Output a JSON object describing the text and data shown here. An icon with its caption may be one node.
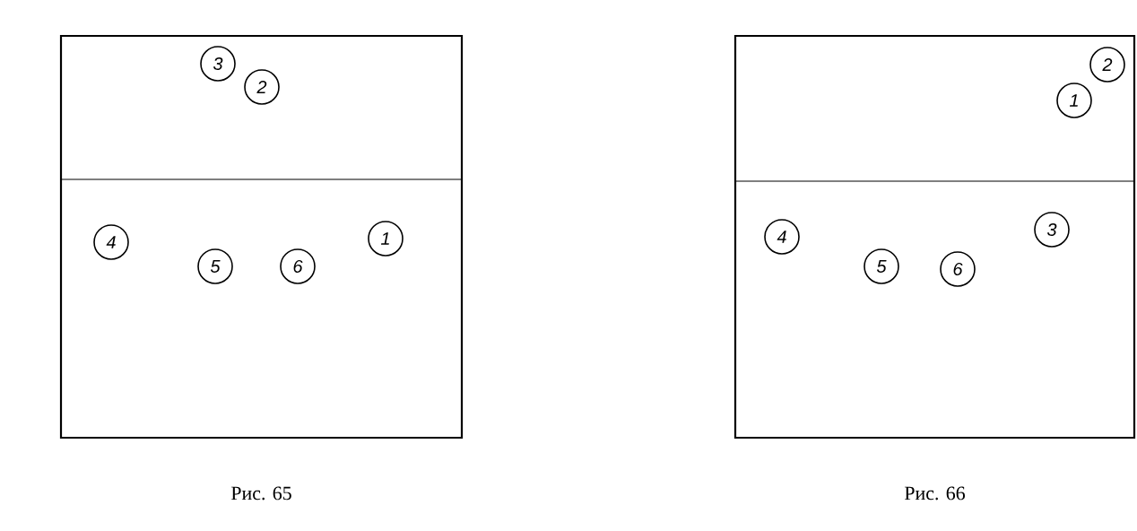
{
  "diagram": {
    "nodes": [
      {
        "text": [],
        "shape": "box",
        "beside": [
          "Рис. 65"
        ]
      },
      {
        "text": [
          "3"
        ],
        "in": 0
      },
      {
        "text": [
          "2"
        ],
        "in": 0
      },
      {
        "text": [
          "4"
        ],
        "in": 0
      },
      {
        "text": [
          "5"
        ],
        "in": 0
      },
      {
        "text": [
          "6"
        ],
        "in": 0
      },
      {
        "text": [
          "1"
        ],
        "in": 0
      },
      {
        "text": [],
        "shape": "box",
        "beside": [
          "Рис. 66"
        ]
      },
      {
        "text": [
          "2"
        ],
        "in": 7
      },
      {
        "text": [
          "1"
        ],
        "in": 7
      },
      {
        "text": [
          "4"
        ],
        "in": 7
      },
      {
        "text": [
          "3"
        ],
        "in": 7
      },
      {
        "text": [
          "5"
        ],
        "in": 7
      },
      {
        "text": [
          "6"
        ],
        "in": 7
      }
    ]
  }
}
